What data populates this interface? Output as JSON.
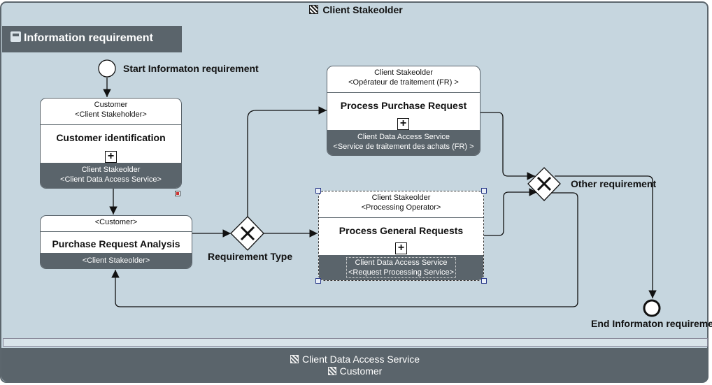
{
  "pool": {
    "title": "Client Stakeolder"
  },
  "lane": {
    "title": "Information requirement"
  },
  "footer": {
    "line1": "Client Data Access Service",
    "line2": "Customer"
  },
  "events": {
    "start": "Start Informaton requirement",
    "end": "End Informaton requirement"
  },
  "gateways": {
    "type": "Requirement Type",
    "other": "Other requirement"
  },
  "tasks": {
    "identification": {
      "header1": "Customer",
      "header2": "<Client Stakeholder>",
      "name": "Customer identification",
      "footer1": "Client Stakeolder",
      "footer2": "<Client Data Access Service>"
    },
    "analysis": {
      "header1": "<Customer>",
      "name": "Purchase Request Analysis",
      "footer1": "<Client Stakeolder>"
    },
    "purchase": {
      "header1": "Client Stakeolder",
      "header2": "<Opérateur de traitement (FR) >",
      "name": "Process Purchase Request",
      "footer1": "Client Data Access Service",
      "footer2": "<Service de traitement des achats (FR) >"
    },
    "general": {
      "header1": "Client Stakeolder",
      "header2": "<Processing Operator>",
      "name": "Process General Requests",
      "footer1": "Client Data Access Service",
      "footer2": "<Request Processing Service>"
    }
  },
  "colors": {
    "background": "#c6d6df",
    "dark": "#5a646b",
    "line": "#111111"
  }
}
